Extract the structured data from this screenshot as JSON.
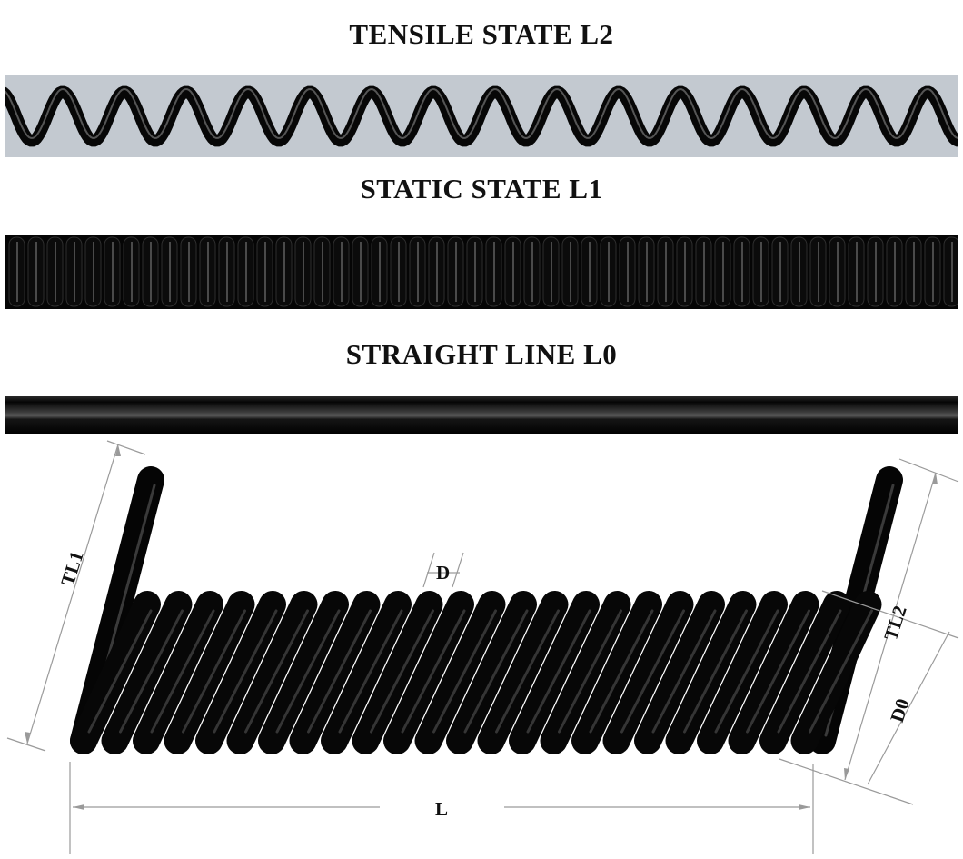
{
  "titles": {
    "tensile": "TENSILE STATE L2",
    "static": "STATIC STATE L1",
    "straight": "STRAIGHT LINE L0"
  },
  "dimensions": {
    "tl1": "TL1",
    "tl2": "TL2",
    "d": "D",
    "d0": "D0",
    "l": "L"
  },
  "colors": {
    "cable": "#0a0a0a",
    "tensile_bg": "#c3c9d0",
    "dim_line": "#9a9a9a"
  }
}
